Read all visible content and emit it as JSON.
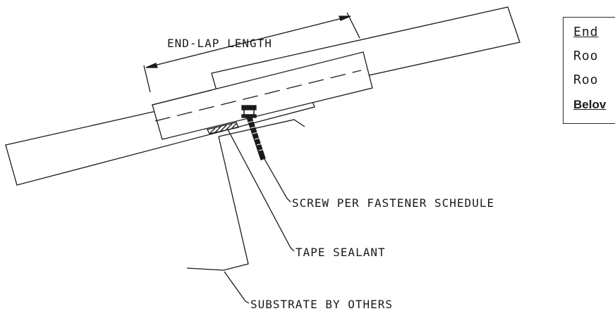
{
  "labels": {
    "end_lap_length": "END-LAP LENGTH",
    "screw": "SCREW PER FASTENER SCHEDULE",
    "tape_sealant": "TAPE SEALANT",
    "substrate": "SUBSTRATE BY OTHERS"
  },
  "table": {
    "title": "End",
    "row1": "Roo",
    "row2": "Roo",
    "row3": "Belov"
  },
  "colors": {
    "line": "#1a1a1a",
    "background": "#ffffff"
  }
}
